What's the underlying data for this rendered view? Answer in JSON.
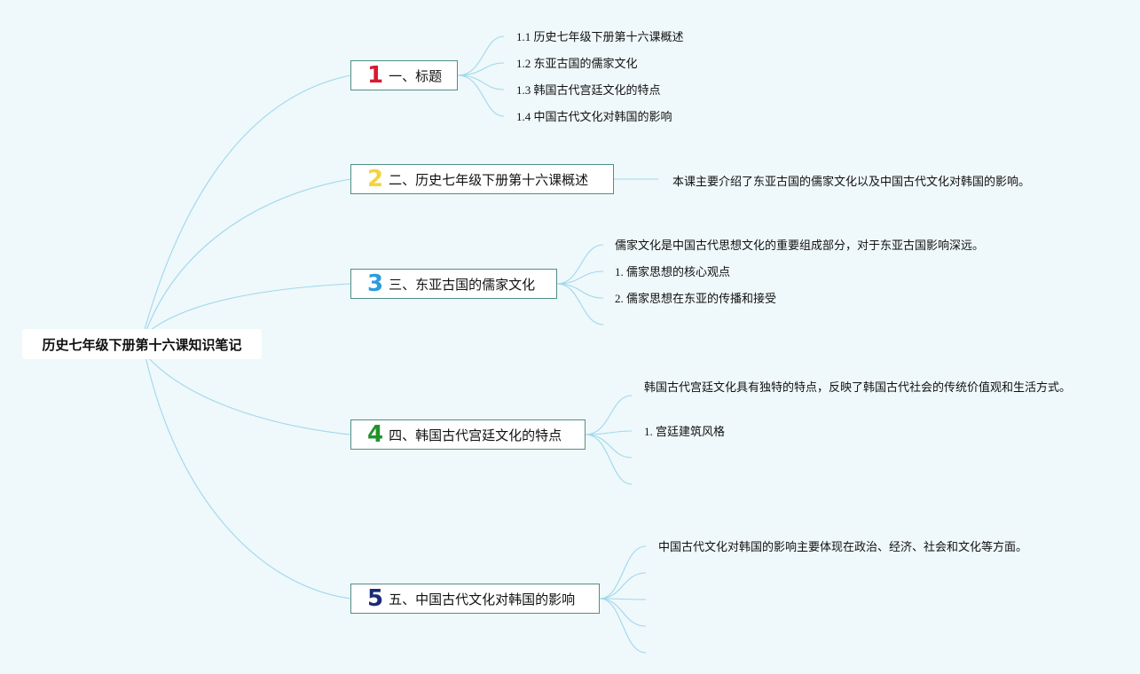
{
  "root": {
    "label": "历史七年级下册第十六课知识笔记"
  },
  "colors": {
    "line": "#9fd8ee",
    "num1": "#d8192f",
    "num2": "#f5d33e",
    "num3": "#2c9be0",
    "num4": "#22932c",
    "num5": "#1b2a7a"
  },
  "branches": [
    {
      "num": "1",
      "label": "一、标题",
      "children": [
        "1.1 历史七年级下册第十六课概述",
        "1.2 东亚古国的儒家文化",
        "1.3 韩国古代宫廷文化的特点",
        "1.4 中国古代文化对韩国的影响"
      ]
    },
    {
      "num": "2",
      "label": "二、历史七年级下册第十六课概述",
      "children": [
        "本课主要介绍了东亚古国的儒家文化以及中国古代文化对韩国的影响。"
      ]
    },
    {
      "num": "3",
      "label": "三、东亚古国的儒家文化",
      "children": [
        "儒家文化是中国古代思想文化的重要组成部分，对于东亚古国影响深远。",
        "1. 儒家思想的核心观点",
        "2. 儒家思想在东亚的传播和接受"
      ]
    },
    {
      "num": "4",
      "label": "四、韩国古代宫廷文化的特点",
      "children": [
        "韩国古代宫廷文化具有独特的特点，反映了韩国古代社会的传统价值观和生活方式。",
        "1. 宫廷建筑风格"
      ]
    },
    {
      "num": "5",
      "label": "五、中国古代文化对韩国的影响",
      "children": [
        "中国古代文化对韩国的影响主要体现在政治、经济、社会和文化等方面。"
      ]
    }
  ]
}
